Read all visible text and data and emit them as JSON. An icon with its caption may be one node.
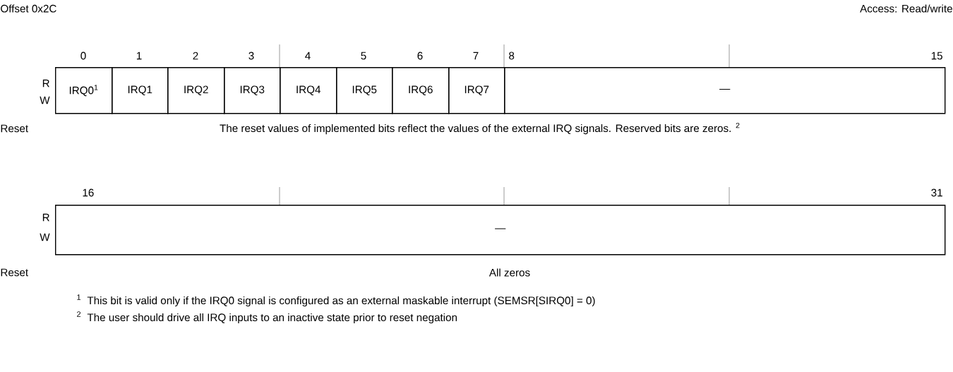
{
  "diagram": {
    "nodes": [
      {
        "text": [
          "IRQ0$^{1}$"
        ]
      },
      {
        "text": [
          "IRQ1"
        ]
      },
      {
        "text": [
          "IRQ2"
        ]
      },
      {
        "text": [
          "IRQ3"
        ]
      },
      {
        "text": [
          "IRQ4"
        ]
      },
      {
        "text": [
          "IRQ5"
        ]
      },
      {
        "text": [
          "IRQ6"
        ]
      },
      {
        "text": [
          "IRQ7"
        ]
      },
      {
        "text": [
          "—"
        ]
      },
      {
        "text": [
          "—"
        ]
      }
    ],
    "labels": [
      "Offset 0x2C",
      "Access: Read/write",
      "0",
      "1",
      "2",
      "3",
      "4",
      "5",
      "6",
      "7",
      "8",
      "15",
      "R",
      "W",
      "Reset",
      "The reset values of implemented bits reflect the values of the external IRQ signals. Reserved bits are zeros. $^{2}$",
      "16",
      "31",
      "R",
      "W",
      "Reset",
      "All zeros",
      "1",
      "This bit is valid only if the IRQ0 signal is configured as an external maskable interrupt (SEMSR[SIRQ0] = 0)",
      "2",
      "The user should drive all IRQ inputs to an inactive state prior to reset negation"
    ]
  }
}
